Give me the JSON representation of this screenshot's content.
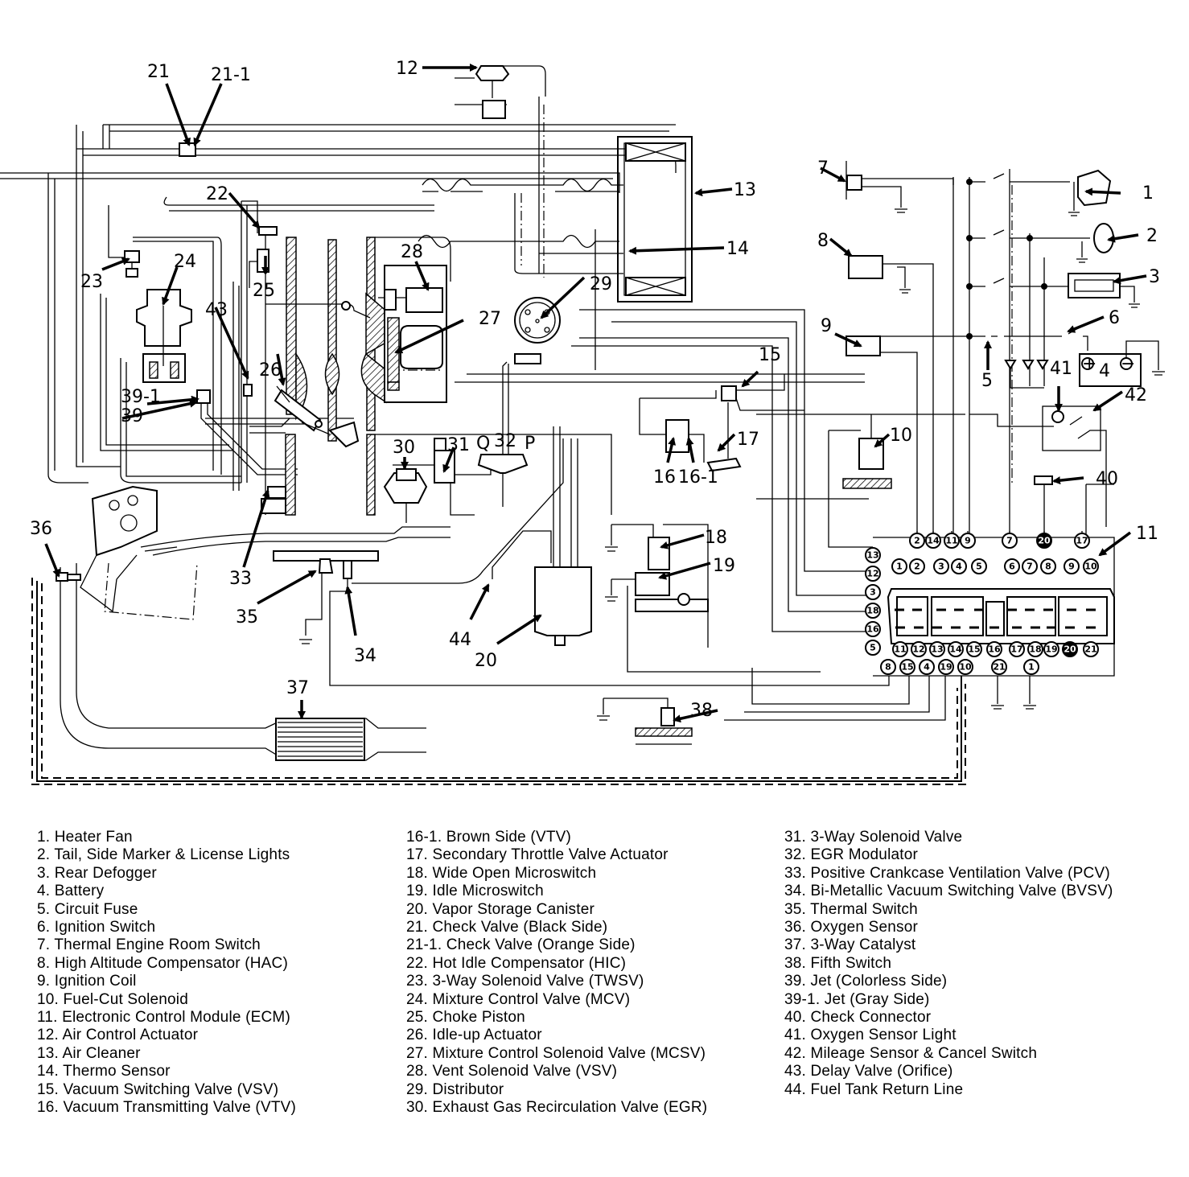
{
  "callouts": {
    "c1": "1",
    "c2": "2",
    "c3": "3",
    "c4": "4",
    "c5": "5",
    "c6": "6",
    "c7": "7",
    "c8": "8",
    "c9": "9",
    "c10": "10",
    "c11": "11",
    "c12": "12",
    "c13": "13",
    "c14": "14",
    "c15": "15",
    "c16": "16",
    "c16_1": "16-1",
    "c17": "17",
    "c18": "18",
    "c19": "19",
    "c20": "20",
    "c21": "21",
    "c21_1": "21-1",
    "c22": "22",
    "c23": "23",
    "c24": "24",
    "c25": "25",
    "c26": "26",
    "c27": "27",
    "c28": "28",
    "c29": "29",
    "c30": "30",
    "c31": "31",
    "c32": "32",
    "c33": "33",
    "c34": "34",
    "c35": "35",
    "c36": "36",
    "c37": "37",
    "c38": "38",
    "c39": "39",
    "c39_1": "39-1",
    "c40": "40",
    "c41": "41",
    "c42": "42",
    "c43": "43",
    "c44": "44",
    "battery_plus": "+",
    "battery_minus": "−",
    "egr_q": "Q",
    "egr_p": "P"
  },
  "ecm_connector": {
    "top_row_pins": [
      "1",
      "2",
      "3",
      "4",
      "5",
      "6",
      "7",
      "8",
      "9",
      "10"
    ],
    "bottom_row_pins": [
      "11",
      "12",
      "13",
      "14",
      "15",
      "16",
      "17",
      "18",
      "19",
      "20",
      "21"
    ],
    "top_harness_pins": [
      "2",
      "14",
      "11",
      "9",
      "7",
      "20",
      "17"
    ],
    "left_harness_pins": [
      "13",
      "12",
      "3",
      "18",
      "16",
      "5"
    ],
    "bottom_harness_pins": [
      "8",
      "15",
      "4",
      "19",
      "10",
      "21",
      "1"
    ]
  },
  "legend": {
    "col1": [
      " 1. Heater Fan",
      " 2. Tail, Side Marker & License Lights",
      " 3. Rear Defogger",
      " 4. Battery",
      " 5. Circuit Fuse",
      " 6. Ignition Switch",
      " 7. Thermal Engine Room Switch",
      " 8. High Altitude Compensator (HAC)",
      " 9. Ignition Coil",
      "10. Fuel-Cut Solenoid",
      "11. Electronic Control Module (ECM)",
      "12. Air Control Actuator",
      "13. Air Cleaner",
      "14. Thermo Sensor",
      "15. Vacuum Switching Valve (VSV)",
      "16. Vacuum Transmitting Valve (VTV)"
    ],
    "col2": [
      "16-1. Brown Side (VTV)",
      "17. Secondary Throttle Valve Actuator",
      "18. Wide Open Microswitch",
      "19. Idle Microswitch",
      "20. Vapor Storage Canister",
      "21. Check Valve (Black Side)",
      "21-1. Check Valve (Orange Side)",
      "22. Hot Idle Compensator (HIC)",
      "23. 3-Way Solenoid Valve (TWSV)",
      "24. Mixture Control Valve (MCV)",
      "25. Choke Piston",
      "26. Idle-up Actuator",
      "27. Mixture Control Solenoid Valve (MCSV)",
      "28. Vent Solenoid Valve (VSV)",
      "29. Distributor",
      "30. Exhaust Gas Recirculation Valve (EGR)"
    ],
    "col3": [
      "31. 3-Way Solenoid Valve",
      "32. EGR Modulator",
      "33. Positive Crankcase Ventilation Valve (PCV)",
      "34. Bi-Metallic Vacuum Switching Valve (BVSV)",
      "35. Thermal Switch",
      "36. Oxygen Sensor",
      "37. 3-Way Catalyst",
      "38. Fifth Switch",
      "39. Jet (Colorless Side)",
      "39-1. Jet (Gray Side)",
      "40. Check Connector",
      "41. Oxygen Sensor Light",
      "42. Mileage Sensor & Cancel Switch",
      "43. Delay Valve (Orifice)",
      "44. Fuel Tank Return Line"
    ]
  }
}
